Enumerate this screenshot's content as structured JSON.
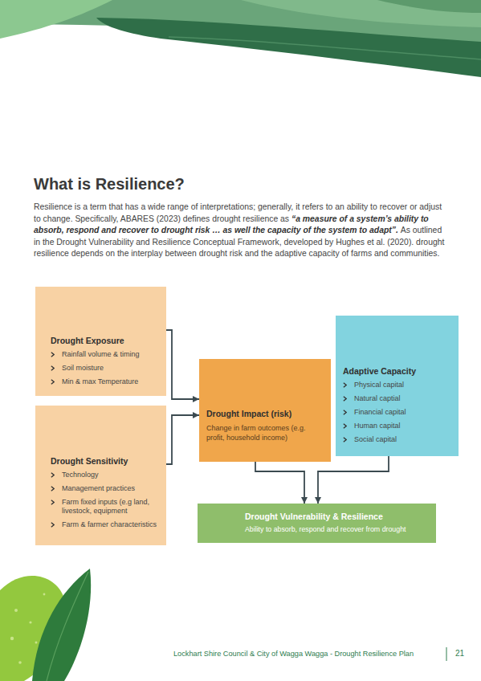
{
  "diagram": {
    "title": "What is Resilience?",
    "nodes": [
      {
        "text": [
          "Drought Exposure",
          "Rainfall volume & timing",
          "Soil moisture",
          "Min & max Temperature"
        ]
      },
      {
        "text": [
          "Drought Sensitivity",
          "Technology",
          "Management practices",
          "Farm fixed inputs (e.g land, livestock, equipment",
          "Farm & farmer characteristics"
        ]
      },
      {
        "text": [
          "Drought Impact (risk)",
          "Change in farm outcomes (e.g. profit, household income)"
        ]
      },
      {
        "text": [
          "Adaptive Capacity",
          "Physical capital",
          "Natural captial",
          "Financial capital",
          "Human capital",
          "Social capital"
        ]
      },
      {
        "text": [
          "Drought Vulnerability & Resilience",
          "Ability to absorb, respond and recover from drought"
        ]
      }
    ],
    "edges": [
      {
        "from": 0,
        "to": 2,
        "arrow": "to"
      },
      {
        "from": 1,
        "to": 2,
        "arrow": "to"
      },
      {
        "from": 2,
        "to": 4,
        "arrow": "to"
      },
      {
        "from": 3,
        "to": 4,
        "arrow": "to"
      }
    ],
    "labels": [
      "Resilience is a term that has a wide range of interpretations; generally, it refers to an ability to recover or adjust to change. Specifically, ABARES (2023) defines drought resilience as",
      "“a measure of a system’s ability to absorb, respond and recover to drought risk … as well the capacity of the system to adapt”.",
      "As outlined in the Drought Vulnerability and Resilience Conceptual Framework, developed by Hughes et al. (2020). drought resilience depends on the interplay between drought risk and the adaptive capacity of farms and communities.",
      "Lockhart Shire Council & City of Wagga Wagga - Drought Resilience Plan",
      "21"
    ]
  }
}
